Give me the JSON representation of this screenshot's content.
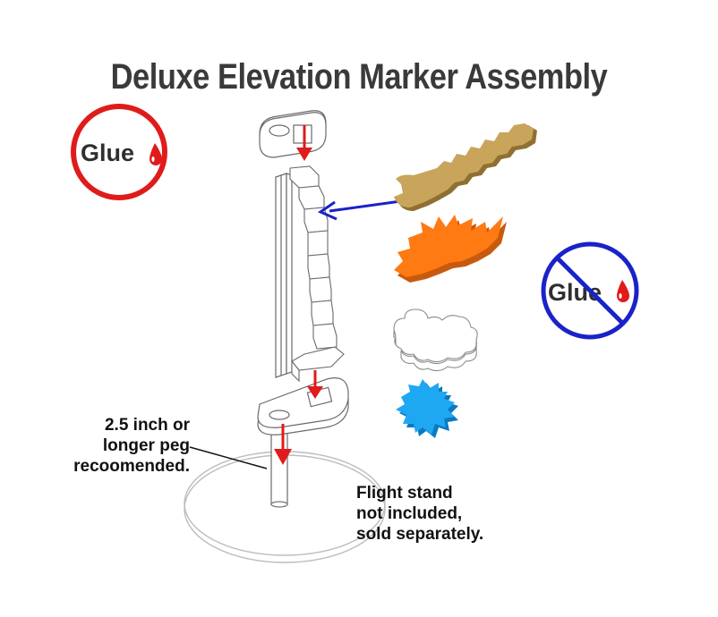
{
  "title": "Deluxe Elevation Marker Assembly",
  "glue_badge": {
    "text": "Glue",
    "ring_color": "#e01b1b",
    "drop_color": "#e01b1b"
  },
  "no_glue_badge": {
    "text": "Glue",
    "ring_color": "#1a22c8",
    "drop_color": "#e01b1b"
  },
  "notes": {
    "peg": [
      "2.5 inch or",
      "longer peg",
      "recoomended."
    ],
    "stand": [
      "Flight stand",
      "not included,",
      "sold separately."
    ]
  },
  "colors": {
    "arrow_red": "#e01b1b",
    "arrow_blue": "#1a22c8",
    "wrench": "#c9a45b",
    "flame": "#ff7a12",
    "cloud": "#ffffff",
    "splash": "#1fa8f2",
    "outline": "#555555"
  },
  "icons": [
    "glue-drop-icon",
    "no-glue-sign-icon",
    "wrench-token-icon",
    "flame-token-icon",
    "cloud-token-icon",
    "splash-token-icon"
  ]
}
